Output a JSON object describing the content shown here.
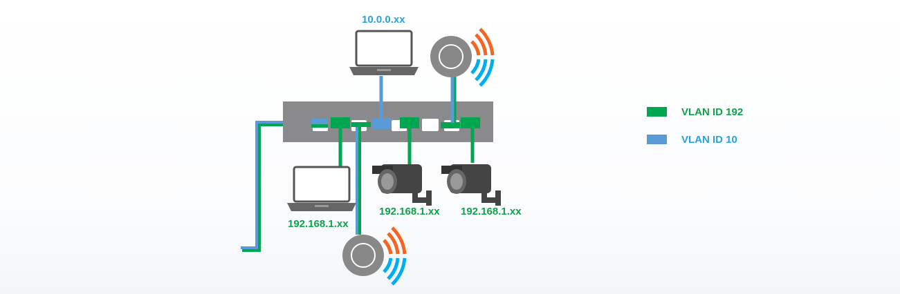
{
  "colors": {
    "vlan192": "#00a650",
    "vlan10": "#5b9bd5",
    "switch": "#8a8a8c",
    "text_green": "#0fa24a",
    "text_blue": "#28a3d8"
  },
  "labels": {
    "laptop_top_ip": "10.0.0.xx",
    "laptop_bottom_ip": "192.168.1.xx",
    "camera_left_ip": "192.168.1.xx",
    "camera_right_ip": "192.168.1.xx"
  },
  "legend": [
    {
      "label": "VLAN ID 192",
      "color": "#00a650"
    },
    {
      "label": "VLAN ID 10",
      "color": "#5b9bd5"
    }
  ],
  "icons": [
    "laptop-icon",
    "wireless-access-point-icon",
    "security-camera-icon",
    "network-switch-icon"
  ]
}
